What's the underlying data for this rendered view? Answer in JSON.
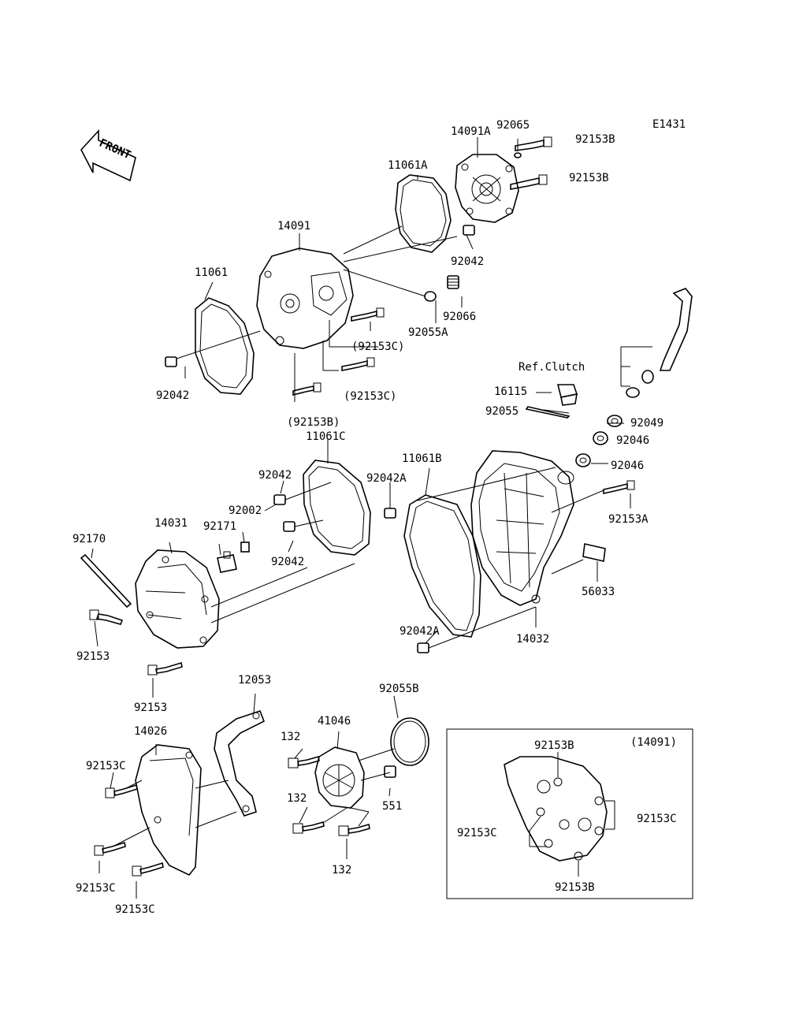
{
  "diagram_code": "E1431",
  "front_arrow_text": "FRONT",
  "inset": {
    "title": "(14091)"
  },
  "labels": {
    "p14091A": "14091A",
    "p92065": "92065",
    "p92153B_1": "92153B",
    "p92153B_2": "92153B",
    "p11061A": "11061A",
    "p14091": "14091",
    "p92042_a": "92042",
    "p11061": "11061",
    "p92066": "92066",
    "p92055A": "92055A",
    "p92153C_par1": "(92153C)",
    "p92153C_par2": "(92153C)",
    "p92042_b": "92042",
    "p92153B_par": "(92153B)",
    "refClutch": "Ref.Clutch",
    "p16115": "16115",
    "p92055": "92055",
    "p92049": "92049",
    "p92046_1": "92046",
    "p92046_2": "92046",
    "p11061C": "11061C",
    "p11061B": "11061B",
    "p92042_c": "92042",
    "p92042A_1": "92042A",
    "p92153A": "92153A",
    "p92002": "92002",
    "p92171": "92171",
    "p14031": "14031",
    "p92170": "92170",
    "p92042_d": "92042",
    "p56033": "56033",
    "p92153_1": "92153",
    "p92042A_2": "92042A",
    "p14032": "14032",
    "p92153_2": "92153",
    "p12053": "12053",
    "p92055B": "92055B",
    "p14026": "14026",
    "p41046": "41046",
    "p132_1": "132",
    "p92153C_1": "92153C",
    "p132_2": "132",
    "p551": "551",
    "p132_3": "132",
    "p92153C_2": "92153C",
    "p92153C_3": "92153C",
    "inset92153B_top": "92153B",
    "inset92153C_left": "92153C",
    "inset92153C_right": "92153C",
    "inset92153B_bot": "92153B"
  }
}
